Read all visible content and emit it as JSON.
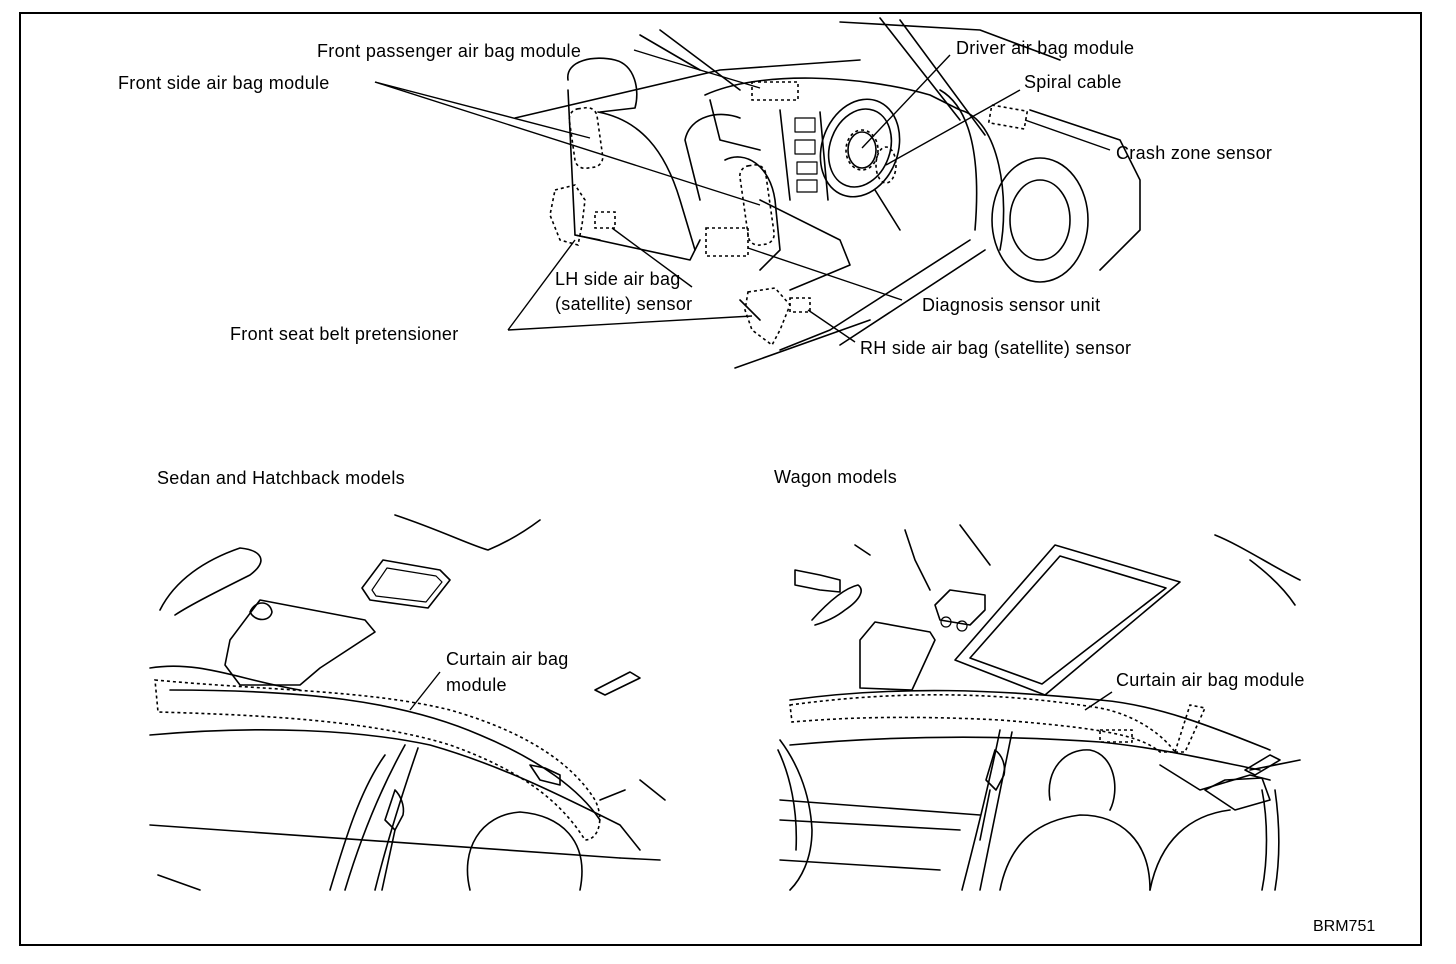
{
  "labels": {
    "front_passenger_air_bag_module": "Front passenger air bag module",
    "front_side_air_bag_module": "Front side air bag module",
    "driver_air_bag_module": "Driver air bag module",
    "spiral_cable": "Spiral cable",
    "crash_zone_sensor": "Crash zone sensor",
    "lh_side_air_bag_sensor_line1": "LH side air bag",
    "lh_side_air_bag_sensor_line2": "(satellite) sensor",
    "diagnosis_sensor_unit": "Diagnosis sensor unit",
    "front_seat_belt_pretensioner": "Front seat belt pretensioner",
    "rh_side_air_bag_sensor": "RH side air bag (satellite) sensor",
    "curtain_air_bag_module_sedan_line1": "Curtain air bag",
    "curtain_air_bag_module_sedan_line2": "module",
    "curtain_air_bag_module_wagon": "Curtain air bag module"
  },
  "captions": {
    "sedan_hatchback": "Sedan and Hatchback models",
    "wagon": "Wagon models"
  },
  "figure_code": "BRM751"
}
